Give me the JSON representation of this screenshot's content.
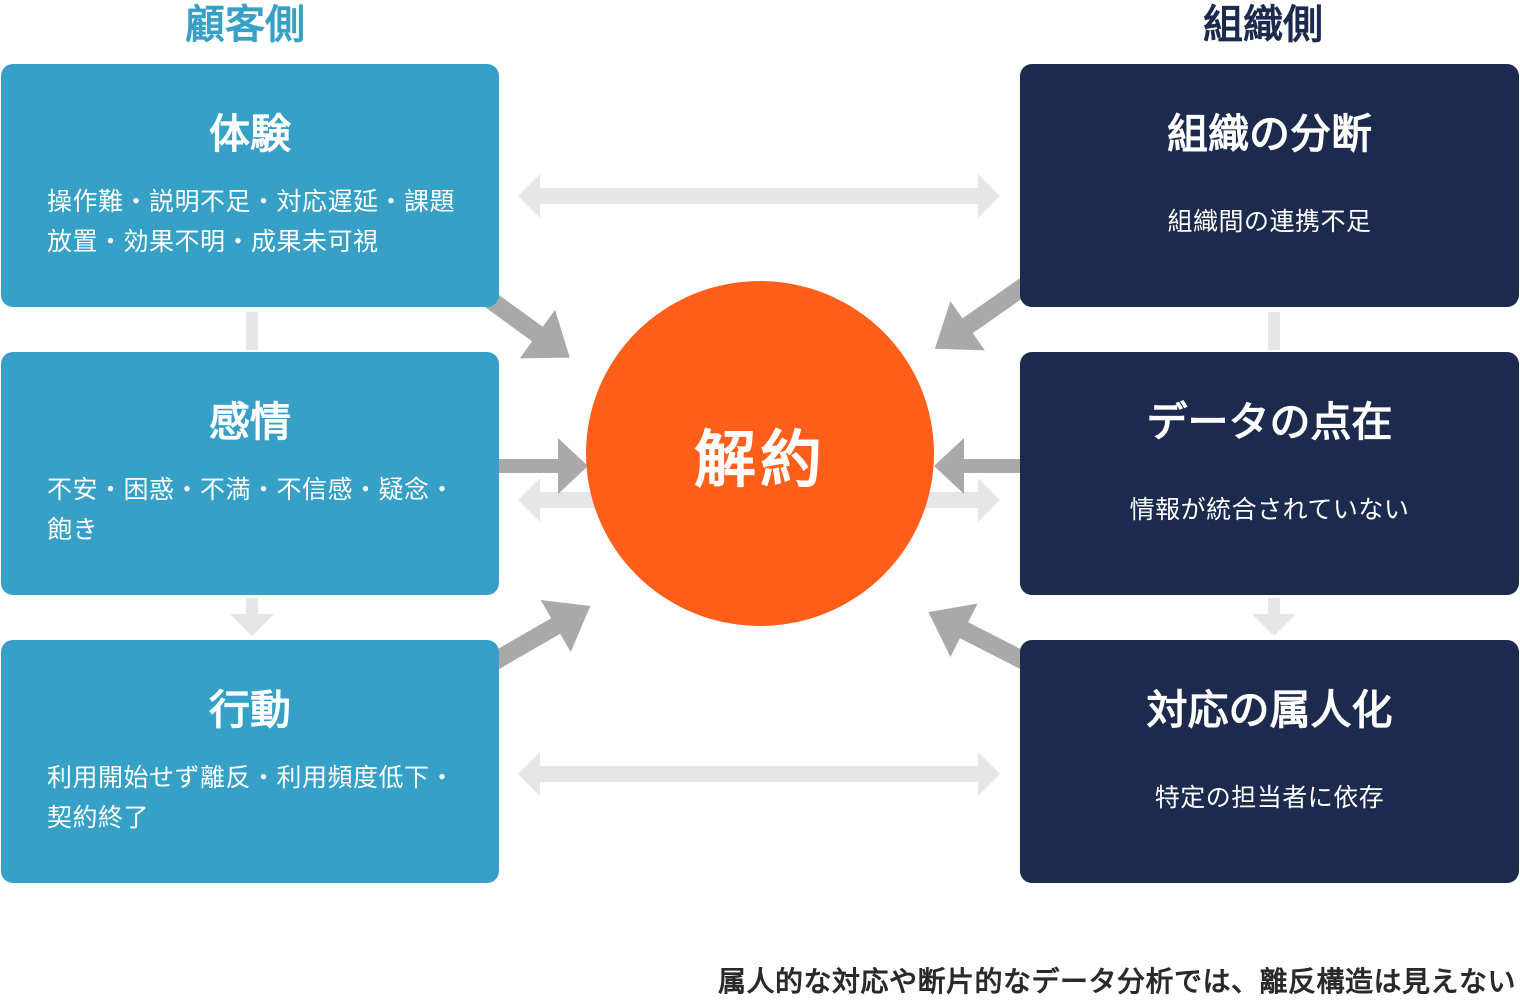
{
  "customer_side": {
    "heading": "顧客側",
    "boxes": [
      {
        "title": "体験",
        "text": "操作難・説明不足・対応遅延・課題放置・効果不明・成果未可視"
      },
      {
        "title": "感情",
        "text": "不安・困惑・不満・不信感・疑念・飽き"
      },
      {
        "title": "行動",
        "text": "利用開始せず離反・利用頻度低下・契約終了"
      }
    ]
  },
  "org_side": {
    "heading": "組織側",
    "boxes": [
      {
        "title": "組織の分断",
        "text": "組織間の連携不足"
      },
      {
        "title": "データの点在",
        "text": "情報が統合されていない"
      },
      {
        "title": "対応の属人化",
        "text": "特定の担当者に依存"
      }
    ]
  },
  "center": {
    "label": "解約"
  },
  "footer": {
    "note": "属人的な対応や断片的なデータ分析では、離反構造は見えない"
  },
  "colors": {
    "customer": "#36a0c7",
    "organization": "#1c2a4e",
    "center": "#ff5f1a",
    "arrow_dark": "#a9a9a9",
    "arrow_light": "#e6e6e6"
  }
}
